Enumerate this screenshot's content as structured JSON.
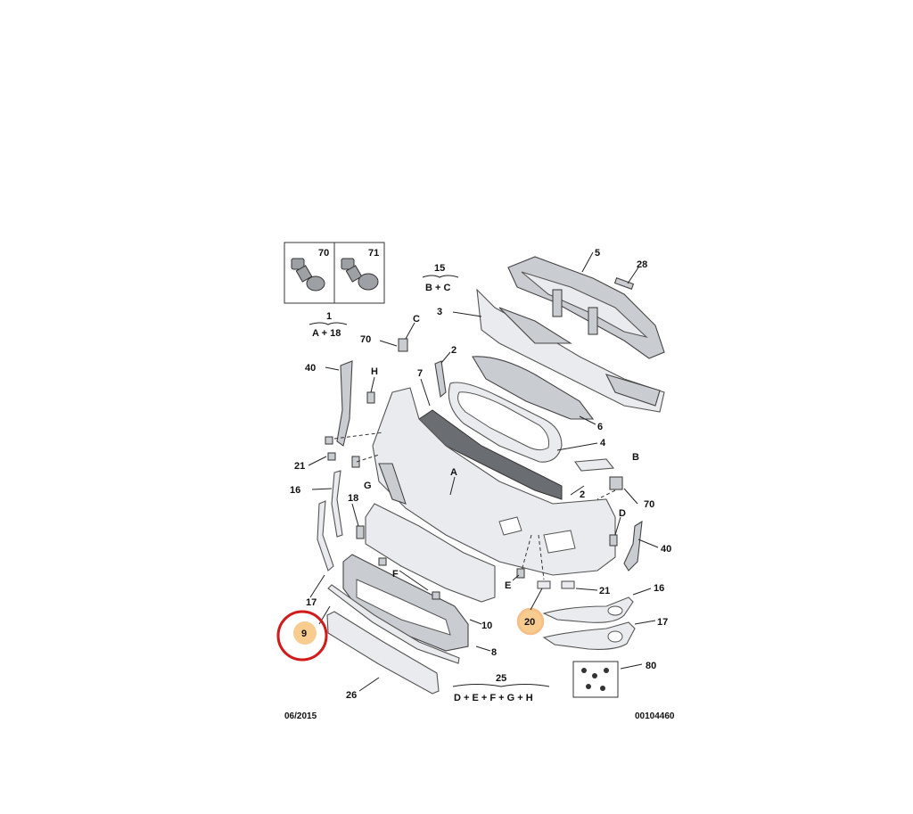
{
  "diagram": {
    "date_code": "06/2015",
    "ref_code": "00104460",
    "fastener_box": {
      "left_num": "70",
      "right_num": "71"
    },
    "groups": {
      "g1": {
        "num": "1",
        "formula": "A + 18"
      },
      "g15": {
        "num": "15",
        "formula": "B + C"
      },
      "g25": {
        "num": "25",
        "formula": "D + E + F + G + H"
      }
    },
    "labels": {
      "n2a": "2",
      "n2b": "2",
      "n3": "3",
      "n4": "4",
      "n5": "5",
      "n6": "6",
      "n7": "7",
      "n8": "8",
      "n9": "9",
      "n10": "10",
      "n16a": "16",
      "n16b": "16",
      "n17a": "17",
      "n17b": "17",
      "n18": "18",
      "n20": "20",
      "n21a": "21",
      "n21b": "21",
      "n26": "26",
      "n28": "28",
      "n40a": "40",
      "n40b": "40",
      "n70a": "70",
      "n70b": "70",
      "n80": "80",
      "lA": "A",
      "lB": "B",
      "lC": "C",
      "lD": "D",
      "lE": "E",
      "lF": "F",
      "lG": "G",
      "lH": "H"
    },
    "highlight_colors": {
      "circle_red": "#d11a1a",
      "callout_orange": "#f7c27a"
    }
  }
}
